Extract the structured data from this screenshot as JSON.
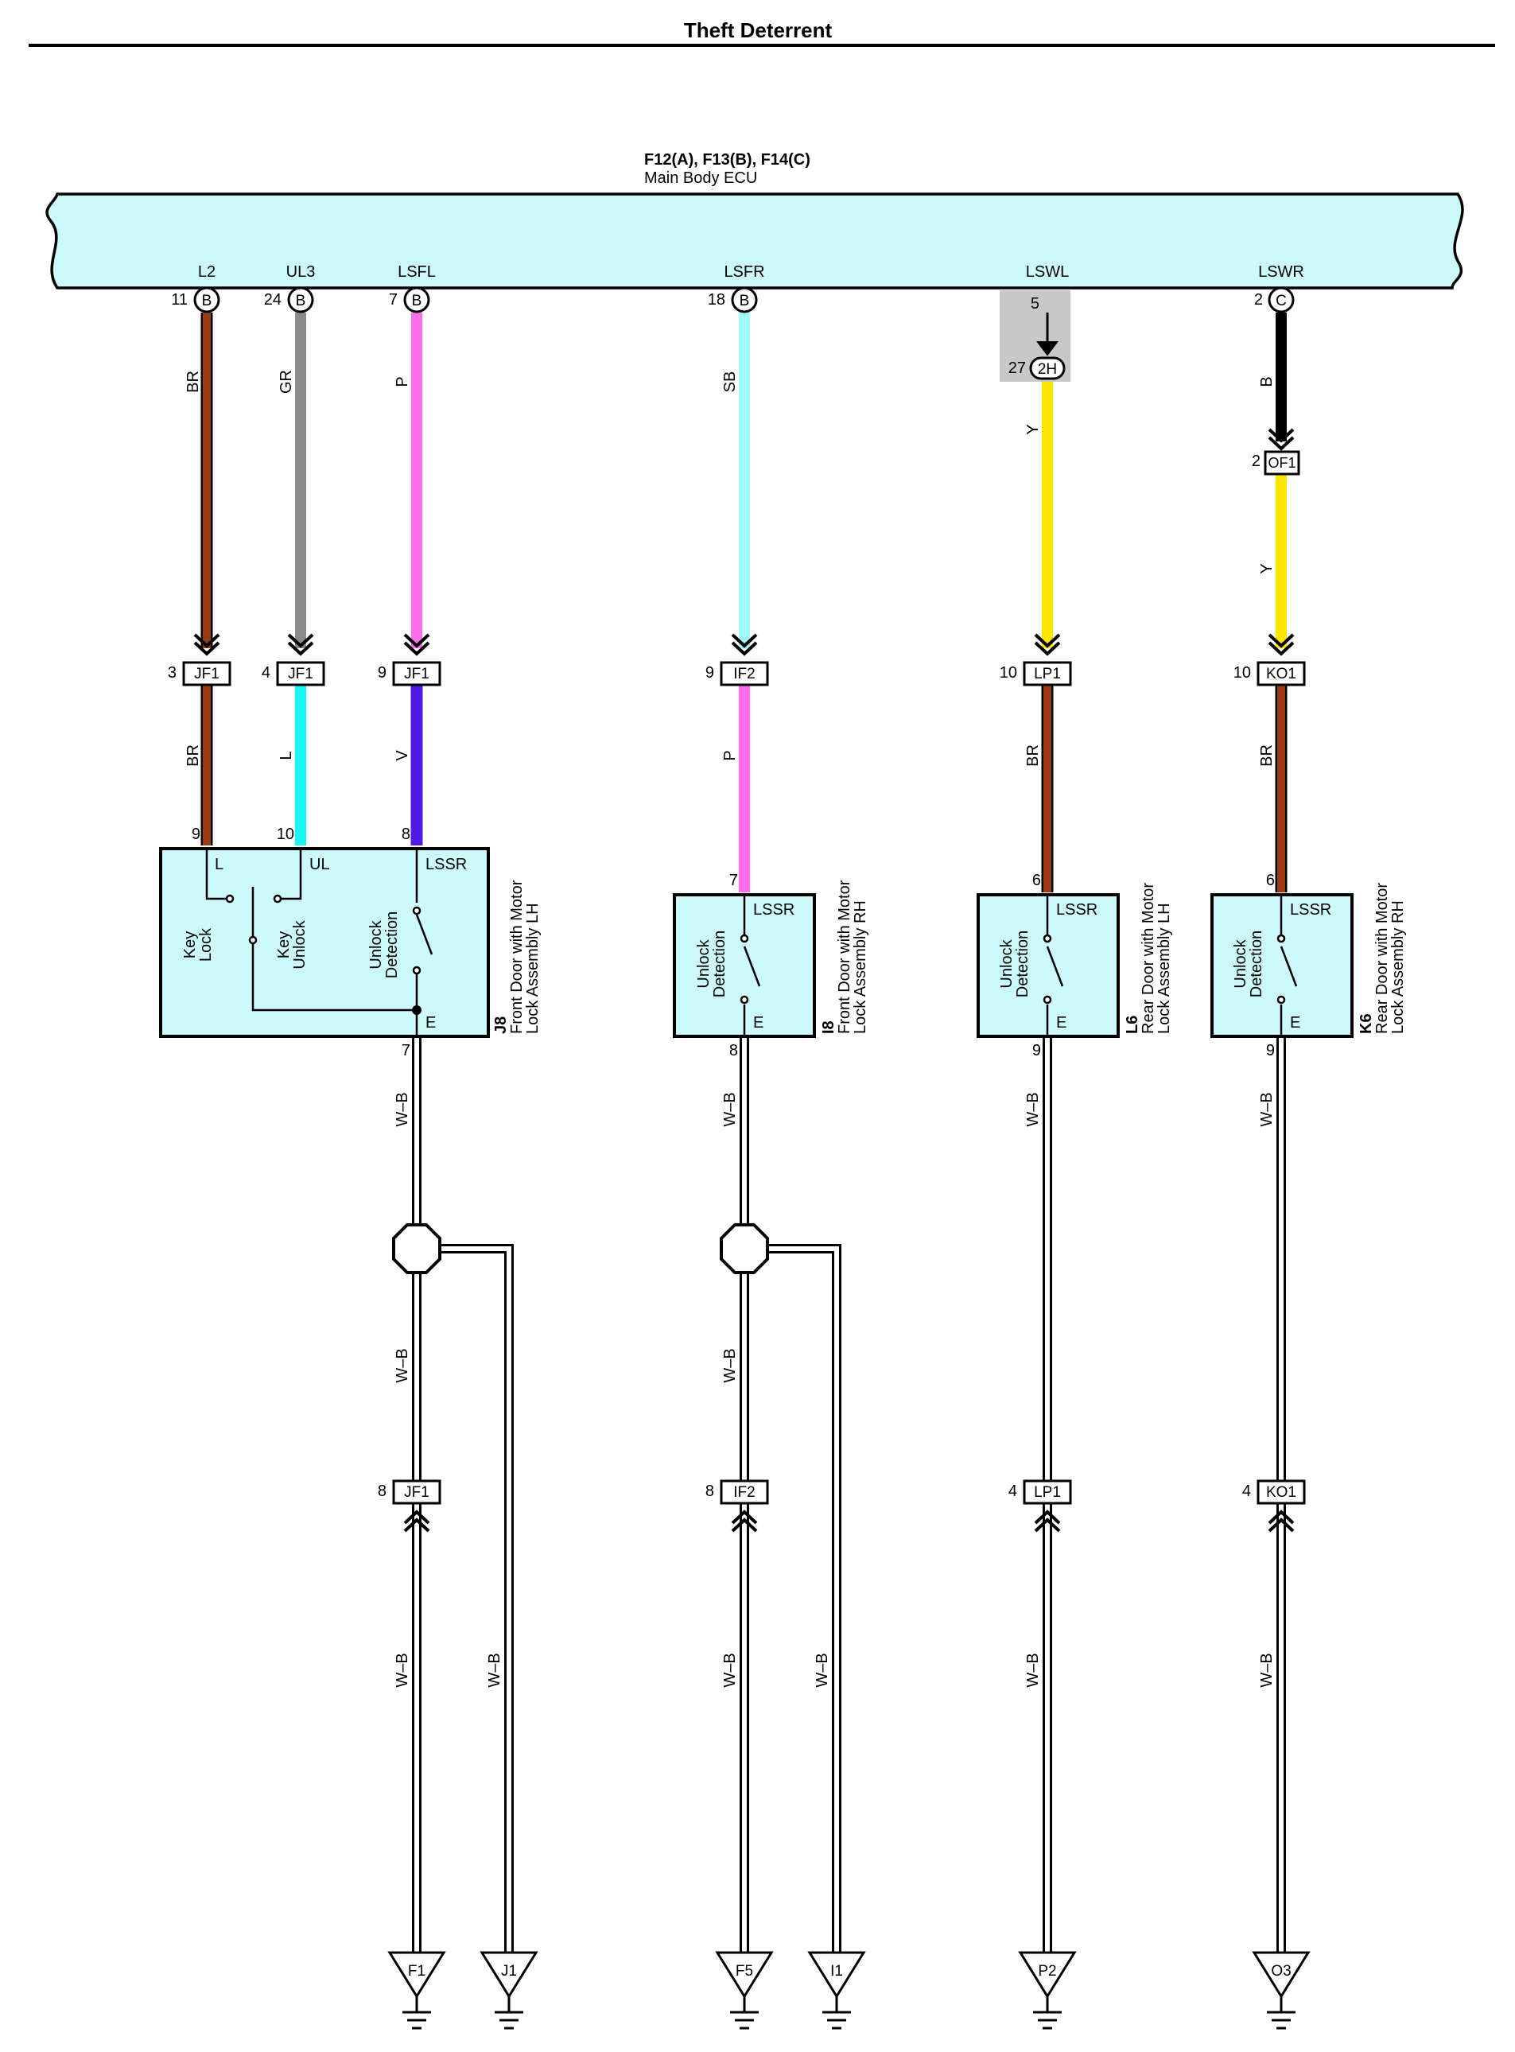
{
  "title": "Theft Deterrent",
  "ecu": {
    "refs": "F12(A), F13(B), F14(C)",
    "name": "Main Body ECU",
    "fill": "#ccf9fa",
    "pins": [
      {
        "name": "L2",
        "num": "11",
        "conn": "B"
      },
      {
        "name": "UL3",
        "num": "24",
        "conn": "B"
      },
      {
        "name": "LSFL",
        "num": "7",
        "conn": "B"
      },
      {
        "name": "LSFR",
        "num": "18",
        "conn": "B"
      },
      {
        "name": "LSWL",
        "num": "5",
        "conn": "2H"
      },
      {
        "name": "LSWR",
        "num": "2",
        "conn": "C"
      }
    ]
  },
  "colors": {
    "BR": "#9c3b12",
    "GR": "#8a8a8a",
    "P": "#ff6eef",
    "SB": "#a0fbfb",
    "B": "#000000",
    "Y": "#ffe600",
    "L": "#19f5f5",
    "V": "#4f1ae6",
    "W-B": "#ffffff",
    "module": "#ccf9fa",
    "shade": "#c8c8c8"
  },
  "wire_labels": {
    "br": "BR",
    "gr": "GR",
    "p": "P",
    "sb": "SB",
    "b": "B",
    "y": "Y",
    "l": "L",
    "v": "V",
    "wb": "W–B"
  },
  "junctions": {
    "j2h": {
      "num": "27",
      "label": "2H"
    },
    "of1": {
      "num": "2",
      "label": "OF1"
    },
    "c1": {
      "num": "3",
      "label": "JF1"
    },
    "c2": {
      "num": "4",
      "label": "JF1"
    },
    "c3": {
      "num": "9",
      "label": "JF1"
    },
    "c4": {
      "num": "9",
      "label": "IF2"
    },
    "c5": {
      "num": "10",
      "label": "LP1"
    },
    "c6": {
      "num": "10",
      "label": "KO1"
    },
    "g1": {
      "num": "8",
      "label": "JF1"
    },
    "g2": {
      "num": "8",
      "label": "IF2"
    },
    "g3": {
      "num": "4",
      "label": "LP1"
    },
    "g4": {
      "num": "4",
      "label": "KO1"
    }
  },
  "modules": {
    "j8": {
      "code": "J8",
      "name1": "Front Door with Motor",
      "name2": "Lock Assembly LH",
      "pin_l": "9",
      "pin_ul": "10",
      "pin_lssr": "8",
      "pin_e": "7",
      "term_l": "L",
      "term_ul": "UL",
      "term_lssr": "LSSR",
      "term_e": "E",
      "sw_lock_1": "Key",
      "sw_lock_2": "Lock",
      "sw_unlock_1": "Key",
      "sw_unlock_2": "Unlock",
      "sw_det_1": "Unlock",
      "sw_det_2": "Detection"
    },
    "i8": {
      "code": "I8",
      "name1": "Front Door with Motor",
      "name2": "Lock Assembly RH",
      "pin_lssr": "7",
      "pin_e": "8",
      "term_lssr": "LSSR",
      "term_e": "E",
      "sw_det_1": "Unlock",
      "sw_det_2": "Detection"
    },
    "l6": {
      "code": "L6",
      "name1": "Rear Door with Motor",
      "name2": "Lock Assembly LH",
      "pin_lssr": "6",
      "pin_e": "9",
      "term_lssr": "LSSR",
      "term_e": "E",
      "sw_det_1": "Unlock",
      "sw_det_2": "Detection"
    },
    "k6": {
      "code": "K6",
      "name1": "Rear Door with Motor",
      "name2": "Lock Assembly RH",
      "pin_lssr": "6",
      "pin_e": "9",
      "term_lssr": "LSSR",
      "term_e": "E",
      "sw_det_1": "Unlock",
      "sw_det_2": "Detection"
    }
  },
  "grounds": {
    "f1": "F1",
    "j1": "J1",
    "f5": "F5",
    "i1": "I1",
    "p2": "P2",
    "o3": "O3"
  }
}
